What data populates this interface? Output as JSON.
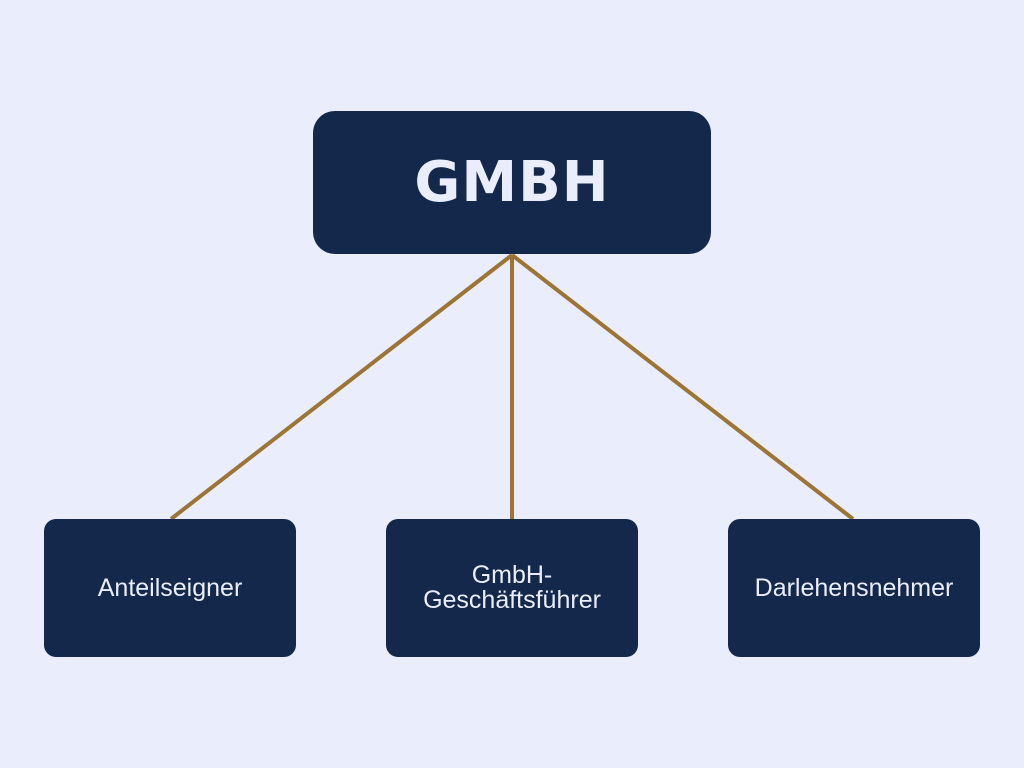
{
  "diagram": {
    "root": {
      "label": "GMBH"
    },
    "children": [
      {
        "label": "Anteilseigner"
      },
      {
        "label": "GmbH-\nGeschäftsführer"
      },
      {
        "label": "Darlehensnehmer"
      }
    ],
    "colors": {
      "background": "#eaeefc",
      "node_fill": "#13284a",
      "node_text": "#eaeefc",
      "connector": "#9c7434"
    }
  }
}
